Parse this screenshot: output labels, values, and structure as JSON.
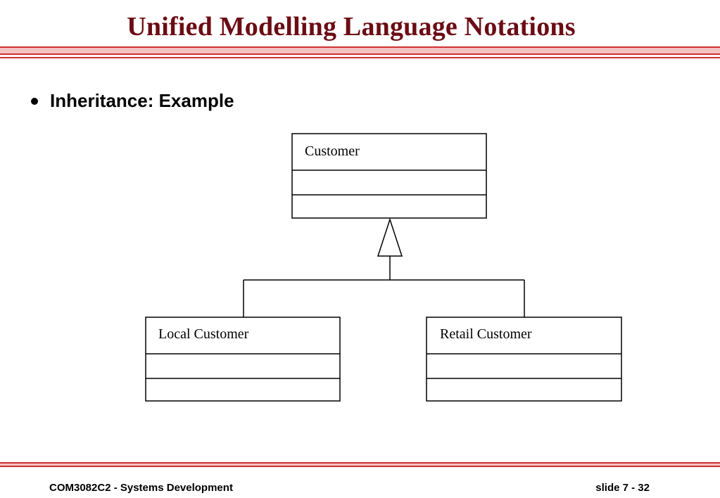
{
  "slide": {
    "title": "Unified Modelling Language Notations",
    "bullet": "Inheritance: Example",
    "footer_left": "COM3082C2 - Systems Development",
    "footer_right": "slide  7 - 32"
  },
  "diagram": {
    "type": "UML inheritance",
    "superclass": "Customer",
    "subclasses": [
      "Local Customer",
      "Retail Customer"
    ],
    "relation": "generalization"
  },
  "colors": {
    "title": "#6b0c14",
    "rule_red": "#d03030",
    "rule_pink": "#f4c2c2",
    "lines": "#000000"
  }
}
